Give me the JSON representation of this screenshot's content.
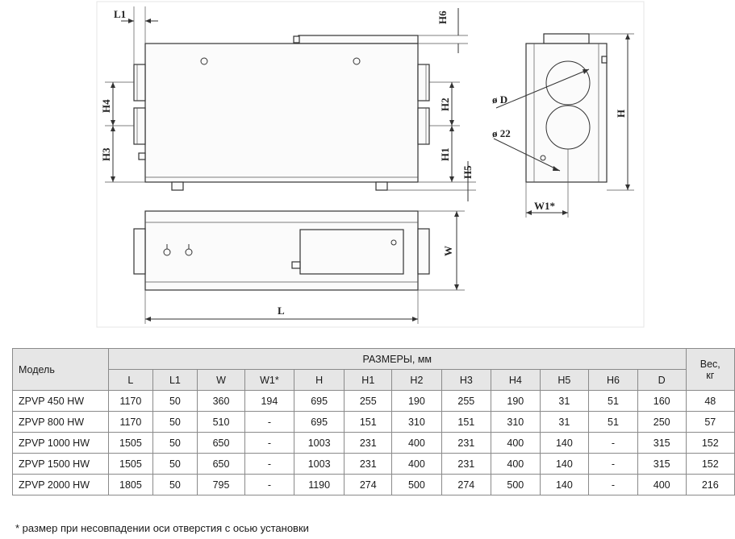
{
  "drawing": {
    "labels": {
      "L1": "L1",
      "H6": "H6",
      "H4": "H4",
      "H3": "H3",
      "H2": "H2",
      "H1": "H1",
      "H5": "H5",
      "W": "W",
      "L": "L",
      "D": "ø D",
      "d22": "ø 22",
      "H": "H",
      "W1": "W1*"
    }
  },
  "table": {
    "model_header": "Модель",
    "dimensions_header": "РАЗМЕРЫ, мм",
    "weight_header_line1": "Вес,",
    "weight_header_line2": "кг",
    "columns": [
      "L",
      "L1",
      "W",
      "W1*",
      "H",
      "H1",
      "H2",
      "H3",
      "H4",
      "H5",
      "H6",
      "D"
    ],
    "rows": [
      {
        "model": "ZPVP 450 HW",
        "values": [
          "1170",
          "50",
          "360",
          "194",
          "695",
          "255",
          "190",
          "255",
          "190",
          "31",
          "51",
          "160"
        ],
        "weight": "48"
      },
      {
        "model": "ZPVP 800 HW",
        "values": [
          "1170",
          "50",
          "510",
          "-",
          "695",
          "151",
          "310",
          "151",
          "310",
          "31",
          "51",
          "250"
        ],
        "weight": "57"
      },
      {
        "model": "ZPVP 1000 HW",
        "values": [
          "1505",
          "50",
          "650",
          "-",
          "1003",
          "231",
          "400",
          "231",
          "400",
          "140",
          "-",
          "315"
        ],
        "weight": "152"
      },
      {
        "model": "ZPVP 1500 HW",
        "values": [
          "1505",
          "50",
          "650",
          "-",
          "1003",
          "231",
          "400",
          "231",
          "400",
          "140",
          "-",
          "315"
        ],
        "weight": "152"
      },
      {
        "model": "ZPVP 2000 HW",
        "values": [
          "1805",
          "50",
          "795",
          "-",
          "1190",
          "274",
          "500",
          "274",
          "500",
          "140",
          "-",
          "400"
        ],
        "weight": "216"
      }
    ]
  },
  "footnote": "* размер при несовпадении оси отверстия с осью установки"
}
